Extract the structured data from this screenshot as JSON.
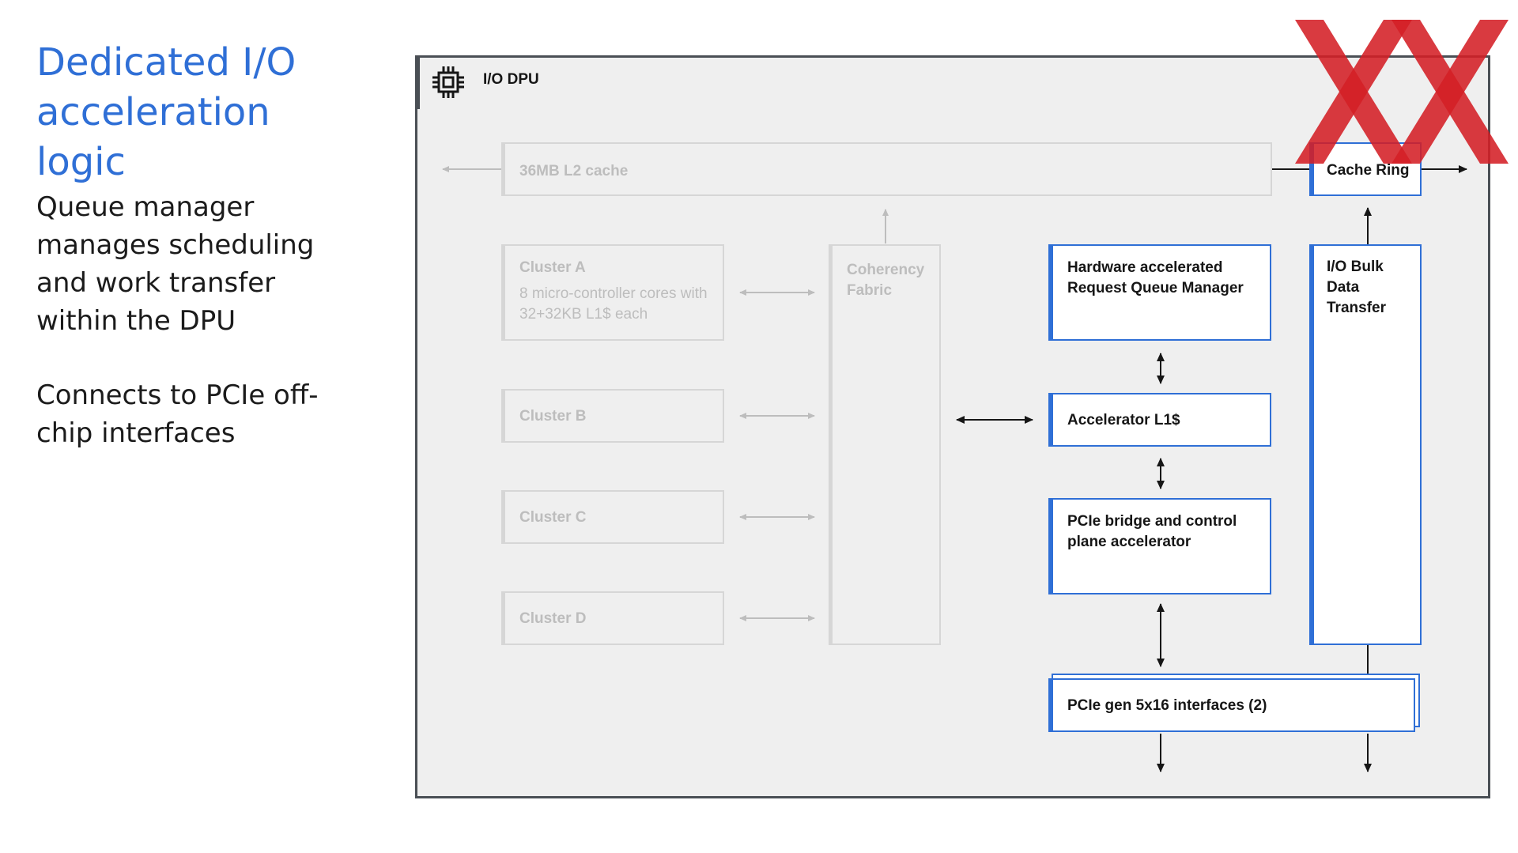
{
  "slide": {
    "title": "Dedicated I/O acceleration logic",
    "paragraph1": "Queue manager manages scheduling and work transfer within the DPU",
    "paragraph2": "Connects to PCIe off-chip interfaces"
  },
  "diagram": {
    "frame_label": "I/O DPU",
    "l2_cache": "36MB L2 cache",
    "clusters": [
      {
        "label": "Cluster A",
        "detail": "8 micro-controller cores with 32+32KB L1$ each"
      },
      {
        "label": "Cluster B"
      },
      {
        "label": "Cluster C"
      },
      {
        "label": "Cluster D"
      }
    ],
    "coherency": "Coherency Fabric",
    "rqm": "Hardware accelerated Request Queue Manager",
    "accel_l1": "Accelerator L1$",
    "pcie_bridge": "PCIe bridge and control plane accelerator",
    "bulk": "I/O Bulk Data Transfer",
    "cache_ring": "Cache Ring",
    "pcie_interfaces": "PCIe gen 5x16 interfaces (2)"
  },
  "colors": {
    "accent": "#2f6fd6",
    "frame_border": "#4a4f55",
    "muted": "#bdbdbd",
    "logo_red": "#d41f26"
  },
  "icons": [
    "chip-icon",
    "watermark-logo"
  ]
}
